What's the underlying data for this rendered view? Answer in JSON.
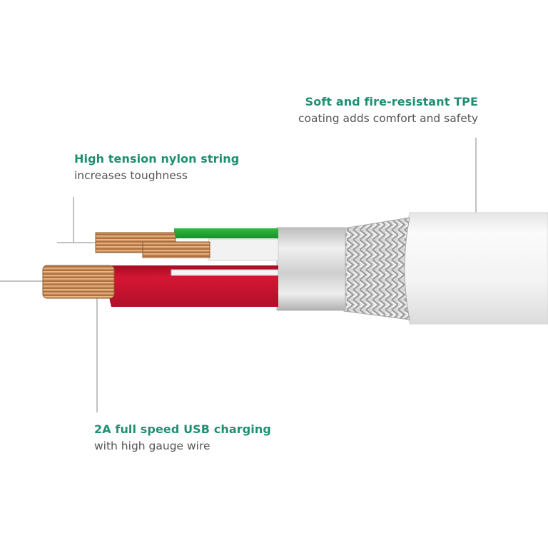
{
  "annotations": {
    "tpe": {
      "title": "Soft and fire-resistant TPE",
      "subtitle": "coating adds comfort and safety"
    },
    "nylon": {
      "title": "High tension nylon string",
      "subtitle": "increases toughness"
    },
    "usb": {
      "title": "2A full speed USB charging",
      "subtitle": "with high gauge wire"
    }
  },
  "colors": {
    "accent": "#1f8f73",
    "subtext": "#555555",
    "leader": "#c2c2c2",
    "jacket": "#f3f3f3",
    "red_wire": "#c8102e",
    "green_wire": "#23a636",
    "copper": "#c98a55"
  }
}
